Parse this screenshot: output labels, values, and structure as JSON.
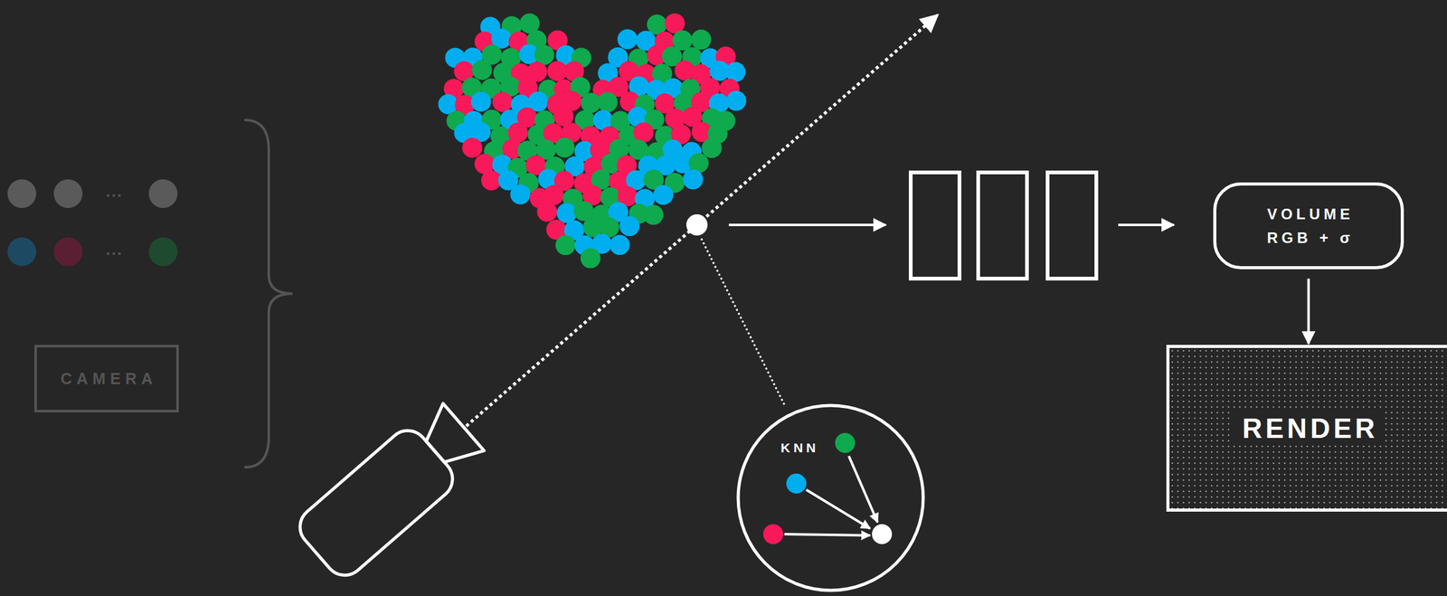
{
  "diagram": {
    "nodes": [
      {
        "text": [
          "CAMERA"
        ]
      },
      {
        "text": [
          "KNN"
        ]
      },
      {
        "text": [
          "VOLUME RGB + σ"
        ]
      },
      {
        "text": [
          "RENDER"
        ]
      }
    ],
    "edges": [
      {
        "from": 2,
        "to": 3,
        "arrow": "to"
      }
    ],
    "labels": [
      "...",
      "..."
    ]
  }
}
